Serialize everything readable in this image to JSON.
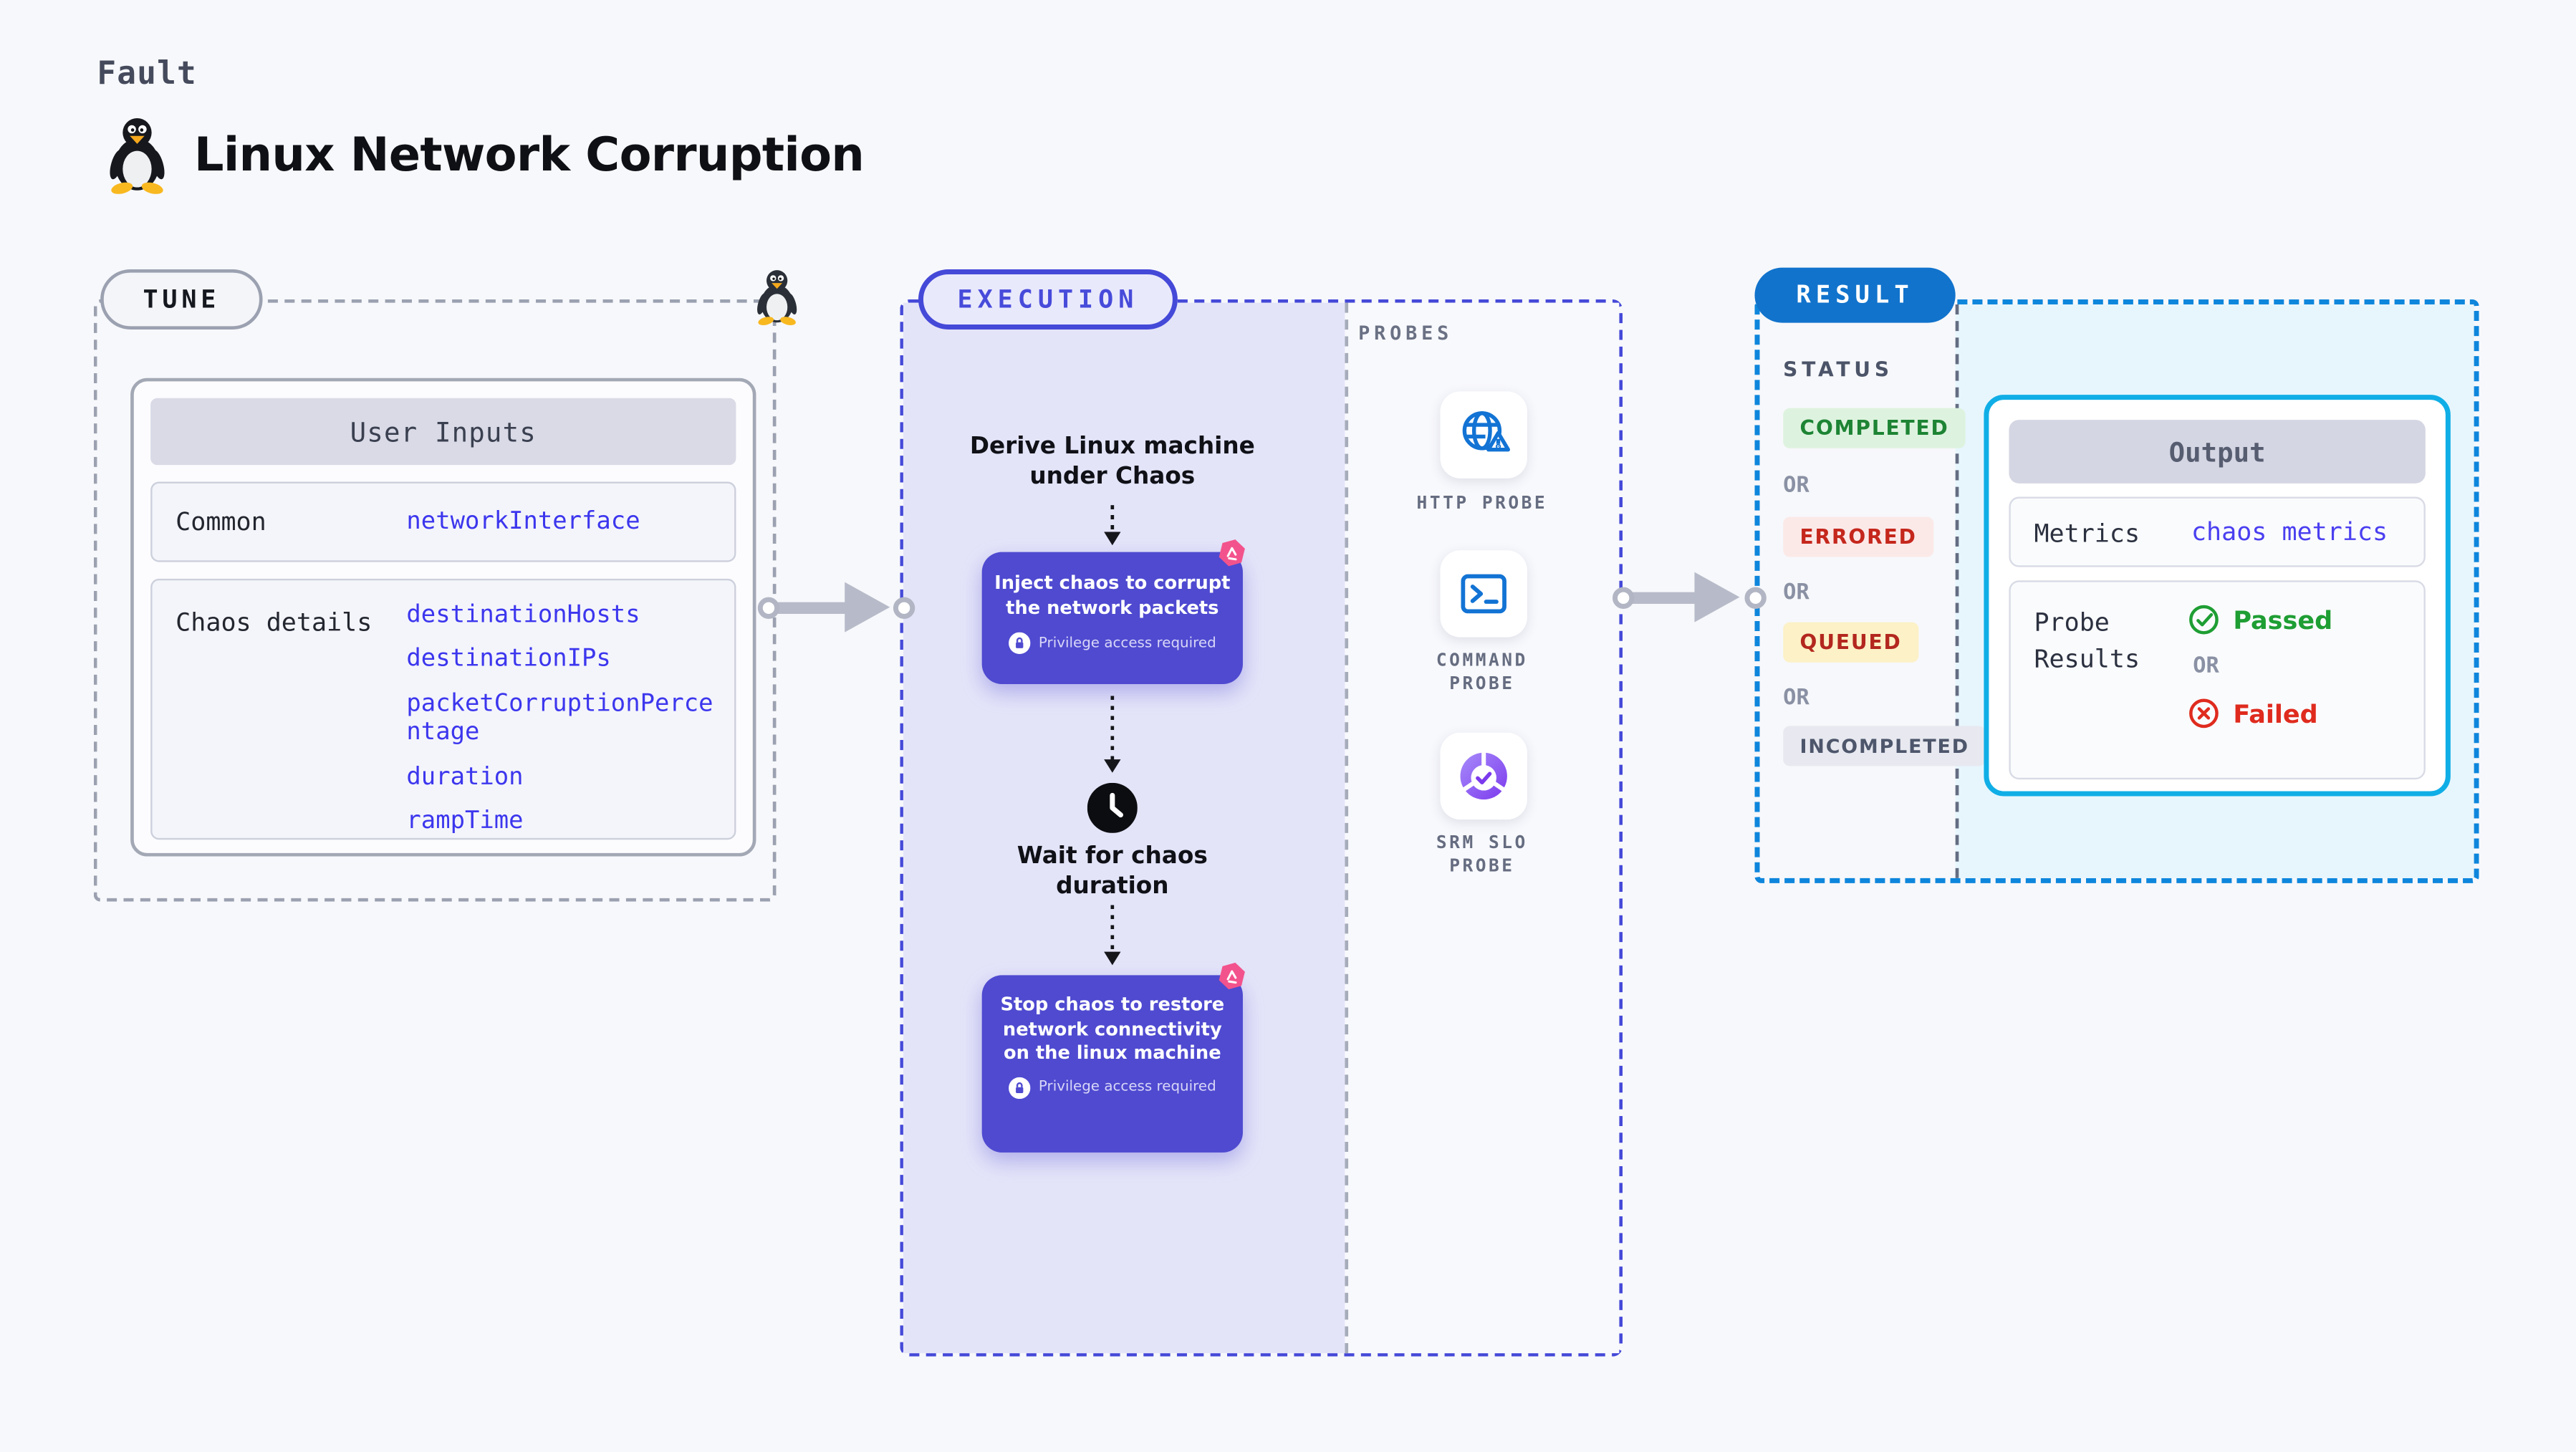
{
  "header": {
    "kicker": "Fault",
    "title": "Linux Network Corruption",
    "title_icon": "tux-penguin-icon"
  },
  "tune": {
    "badge": "TUNE",
    "corner_icon": "tux-penguin-icon",
    "table": {
      "header": "User Inputs",
      "rows": [
        {
          "label": "Common",
          "values": [
            "networkInterface"
          ]
        },
        {
          "label": "Chaos details",
          "values": [
            "destinationHosts",
            "destinationIPs",
            "packetCorruptionPercentage",
            "duration",
            "rampTime"
          ]
        }
      ]
    }
  },
  "execution": {
    "badge": "EXECUTION",
    "flow": {
      "derive": "Derive Linux machine under Chaos",
      "inject": {
        "title": "Inject chaos to corrupt the network packets",
        "note": "Privilege access required",
        "note_icon": "lock-icon",
        "corner_icon": "chaos-logo-icon"
      },
      "wait": {
        "title": "Wait for chaos duration",
        "icon": "clock-icon"
      },
      "stop": {
        "title": "Stop chaos to restore network connectivity on the linux machine",
        "note": "Privilege access required",
        "note_icon": "lock-icon",
        "corner_icon": "chaos-logo-icon"
      }
    },
    "probes": {
      "label": "PROBES",
      "items": [
        {
          "name": "HTTP PROBE",
          "icon": "globe-alert-icon"
        },
        {
          "name": "COMMAND PROBE",
          "icon": "terminal-icon"
        },
        {
          "name": "SRM SLO PROBE",
          "icon": "slo-donut-icon"
        }
      ]
    }
  },
  "result": {
    "badge": "RESULT",
    "status": {
      "label": "STATUS",
      "or": "OR",
      "items": [
        "COMPLETED",
        "ERRORED",
        "QUEUED",
        "INCOMPLETED"
      ]
    },
    "output": {
      "header": "Output",
      "metrics": {
        "label": "Metrics",
        "value": "chaos metrics"
      },
      "probe_results": {
        "label": "Probe Results",
        "passed": "Passed",
        "or": "OR",
        "failed": "Failed",
        "passed_icon": "check-circle-icon",
        "failed_icon": "x-circle-icon"
      }
    }
  },
  "colors": {
    "page_bg": "#f7f8fb",
    "tune_border": "#9ba1b0",
    "execution_accent": "#4549d8",
    "execution_panel_bg": "#e4e4f9",
    "chaos_step_bg": "#4f4ad0",
    "chaos_logo_pink": "#f3538c",
    "probe_icon_blue": "#1273d4",
    "srm_purple": "#7c3aed",
    "result_dash_blue": "#0e86dc",
    "result_pill_blue": "#1173cc",
    "output_border_cyan": "#10aee6",
    "cyan_panel_bg": "#e7f6fd",
    "input_value_blue": "#3c36ee",
    "completed_green": "#1d8434",
    "errored_red": "#c5271c",
    "queued_red": "#b3271e",
    "incompleted_slate": "#4d566b",
    "passed_green": "#1e9e33",
    "failed_red": "#df2b1e"
  }
}
